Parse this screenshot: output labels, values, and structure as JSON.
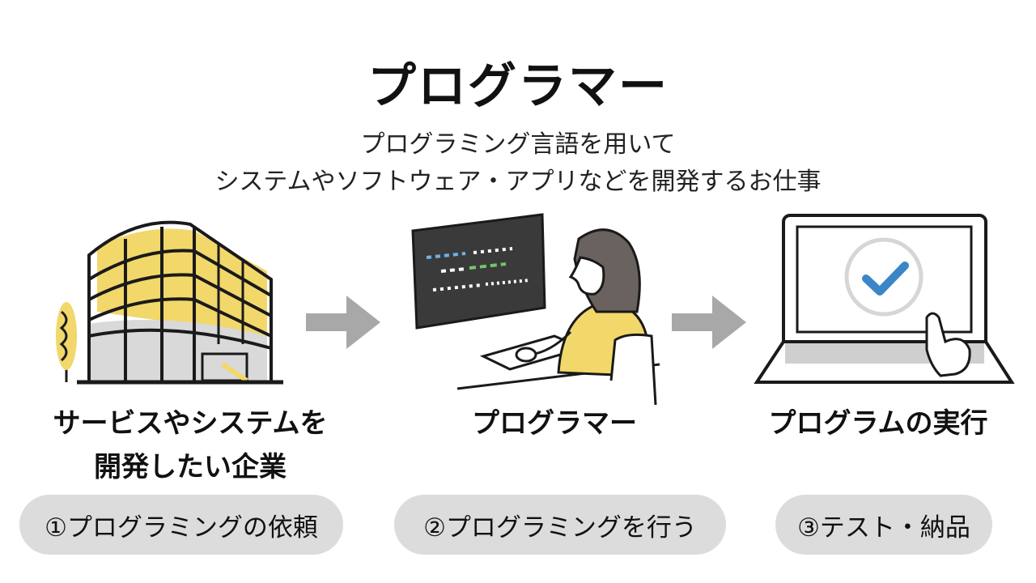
{
  "title": "プログラマー",
  "subtitle": {
    "line1": "プログラミング言語を用いて",
    "line2": "システムやソフトウェア・アプリなどを開発するお仕事"
  },
  "steps": [
    {
      "label_line1": "サービスやシステムを",
      "label_line2": "開発したい企業",
      "pill": "①プログラミングの依頼",
      "icon": "office-building"
    },
    {
      "label_line1": "プログラマー",
      "label_line2": "",
      "pill": "②プログラミングを行う",
      "icon": "programmer-at-computer"
    },
    {
      "label_line1": "プログラムの実行",
      "label_line2": "",
      "pill": "③テスト・納品",
      "icon": "laptop-check"
    }
  ],
  "colors": {
    "accent_yellow": "#f2d76b",
    "arrow_gray": "#a8a8a8",
    "pill_bg": "#dcdcdc",
    "screen_dark": "#3a3a3a",
    "check_blue": "#3a86c8",
    "code_blue": "#6fb3e6",
    "code_green": "#74c56b"
  }
}
